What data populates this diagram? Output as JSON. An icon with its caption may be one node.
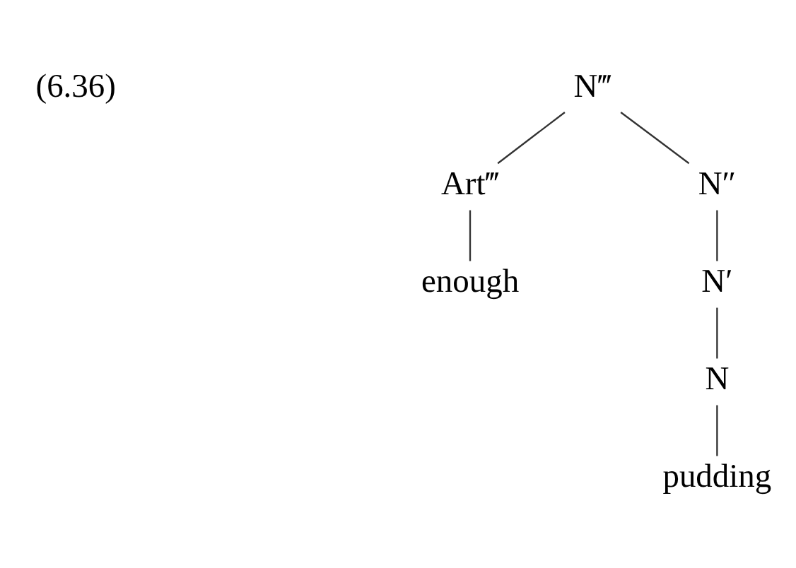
{
  "diagram": {
    "nodes": [
      {
        "text": [
          "N‴"
        ]
      },
      {
        "text": [
          "Art‴"
        ]
      },
      {
        "text": [
          "enough"
        ]
      },
      {
        "text": [
          "N″"
        ]
      },
      {
        "text": [
          "N′"
        ]
      },
      {
        "text": [
          "N"
        ]
      },
      {
        "text": [
          "pudding"
        ]
      }
    ],
    "edges": [
      {
        "from": 0,
        "to": 1,
        "arrow": "none"
      },
      {
        "from": 0,
        "to": 3,
        "arrow": "none"
      },
      {
        "from": 1,
        "to": 2,
        "arrow": "none"
      },
      {
        "from": 3,
        "to": 4,
        "arrow": "none"
      },
      {
        "from": 4,
        "to": 5,
        "arrow": "none"
      },
      {
        "from": 5,
        "to": 6,
        "arrow": "none"
      }
    ],
    "labels": [
      "(6.36)"
    ]
  }
}
